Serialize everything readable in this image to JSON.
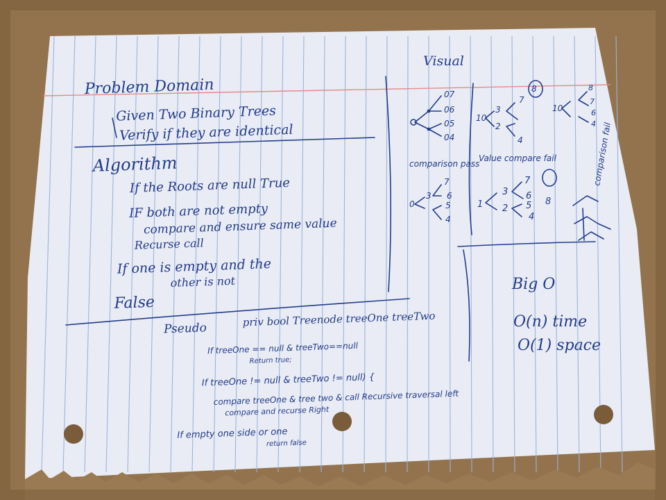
{
  "colors": {
    "table": "#9a7a52",
    "paper": "#e9ecf4",
    "rule_blue": "#9bb3dc",
    "margin_red": "#e38b8b",
    "ink": "#223a8a"
  },
  "left": {
    "problem_domain": "Problem Domain",
    "given": "Given Two Binary Trees",
    "verify": "Verify if they are identical",
    "algorithm": "Algorithm",
    "step1": "If the Roots are null True",
    "step2a": "IF both are not empty",
    "step2b": "compare and ensure same value",
    "step2c": "Recurse call",
    "step3a": "If one is empty and the",
    "step3b": "other is not",
    "false": "False",
    "pseudo": "Pseudo",
    "signature": "priv bool Treenode treeOne treeTwo",
    "code1a": "If treeOne == null & treeTwo==null",
    "code1b": "Return true;",
    "code2a": "If treeOne != null & treeTwo != null) {",
    "code2b": "compare treeOne & tree two & call Recursive traversal left",
    "code2c": "compare and recurse Right",
    "code3": "If empty one side or one",
    "code3b": "return false"
  },
  "right": {
    "visual": "Visual",
    "tree1_leaves": [
      "07",
      "06",
      "05",
      "04"
    ],
    "tree1_root": "0",
    "comparison_pass": "comparison pass",
    "tree2_nodes": [
      "0",
      "3",
      "6",
      "7",
      "5",
      "4"
    ],
    "tree3_nodes": [
      "10",
      "3",
      "2",
      "7",
      "8",
      "4"
    ],
    "value_compare_fail": "Value compare fail",
    "tree4_nodes": [
      "1",
      "3",
      "2",
      "7",
      "6",
      "8",
      "5",
      "4"
    ],
    "tree5_nodes": [
      "10",
      "8",
      "7",
      "6",
      "4"
    ],
    "comparison_fail_side": "comparison fail",
    "big_o": "Big O",
    "time": "O(n) time",
    "space": "O(1) space"
  }
}
